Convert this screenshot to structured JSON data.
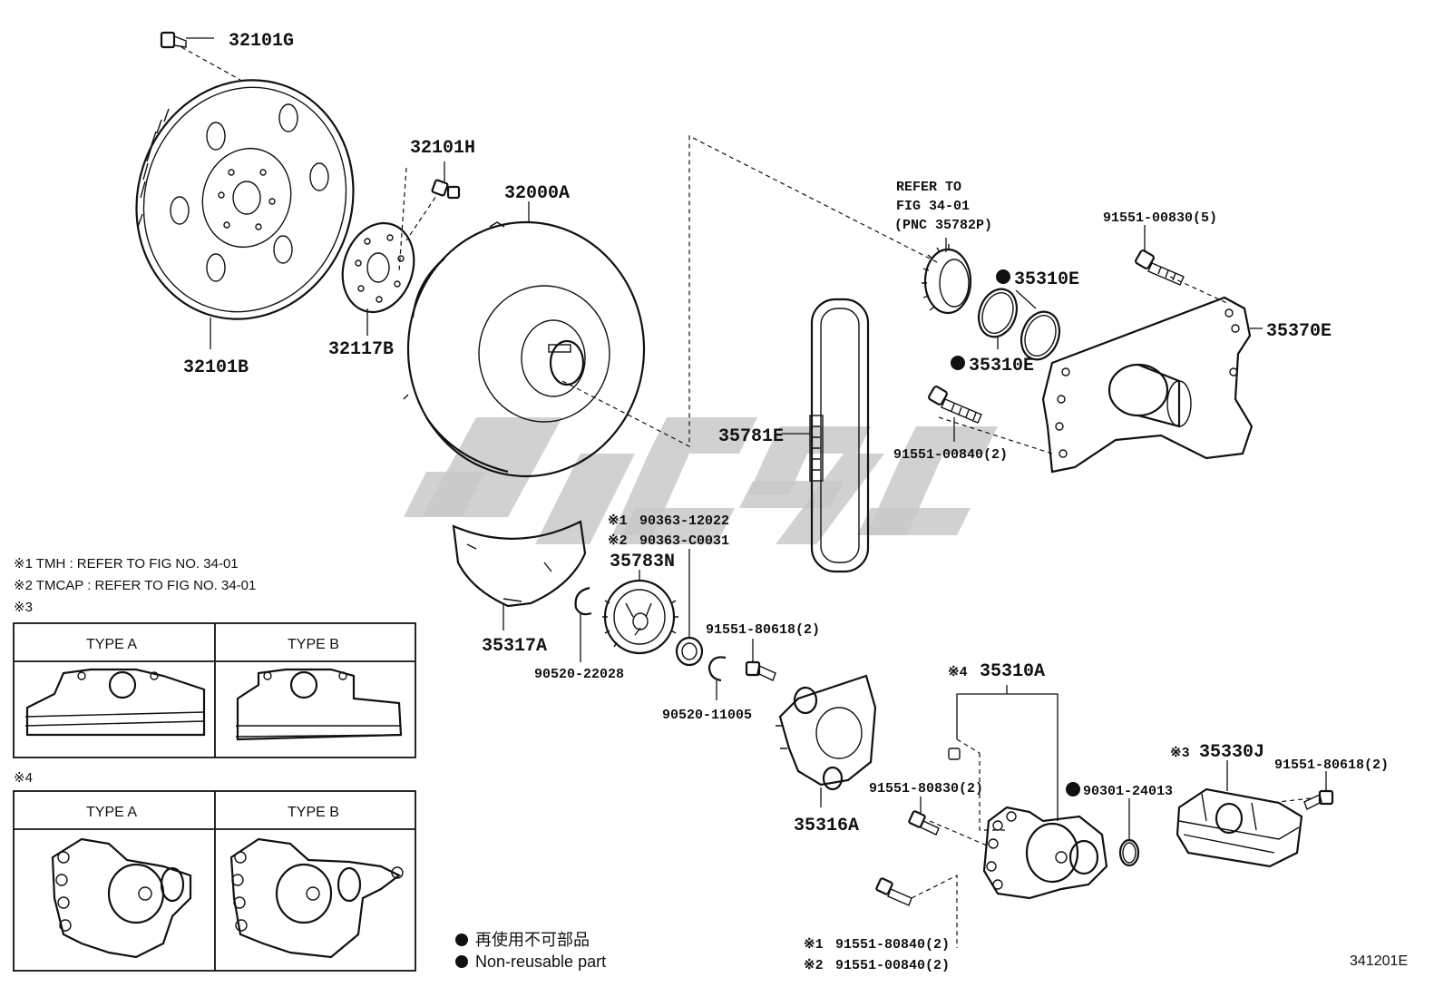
{
  "parts": {
    "p32101G": "32101G",
    "p32101H": "32101H",
    "p32000A": "32000A",
    "p32101B": "32101B",
    "p32117B": "32117B",
    "p35781E": "35781E",
    "p35310E_a": "35310E",
    "p35310E_b": "35310E",
    "p91551_00830_5": "91551-00830(5)",
    "p35370E": "35370E",
    "p91551_00840_2": "91551-00840(2)",
    "p90363_12022": "90363-12022",
    "p90363_C0031": "90363-C0031",
    "p35783N": "35783N",
    "p35317A": "35317A",
    "p90520_22028": "90520-22028",
    "p91551_80618_2_a": "91551-80618(2)",
    "p90520_11005": "90520-11005",
    "p35316A": "35316A",
    "p35310A": "35310A",
    "p91551_80830_2": "91551-80830(2)",
    "p90301_24013": "90301-24013",
    "p35330J": "35330J",
    "p91551_80618_2_b": "91551-80618(2)",
    "p91551_80840_2": "91551-80840(2)",
    "p91551_00840_2_b": "91551-00840(2)"
  },
  "refer": {
    "line1": "REFER TO",
    "line2": "FIG 34-01",
    "line3": "(PNC 35782P)"
  },
  "marks": {
    "m1": "※1",
    "m2": "※2",
    "m3": "※3",
    "m4": "※4"
  },
  "notes": {
    "note1": "※1 TMH : REFER TO FIG NO. 34-01",
    "note2": "※2 TMCAP : REFER TO FIG NO. 34-01",
    "note3": "※3",
    "note4": "※4"
  },
  "tables": {
    "t3_type_a": "TYPE A",
    "t3_type_b": "TYPE B",
    "t4_type_a": "TYPE A",
    "t4_type_b": "TYPE B"
  },
  "legend": {
    "jp": "再使用不可部品",
    "en": "Non-reusable part"
  },
  "figure_no": "341201E"
}
